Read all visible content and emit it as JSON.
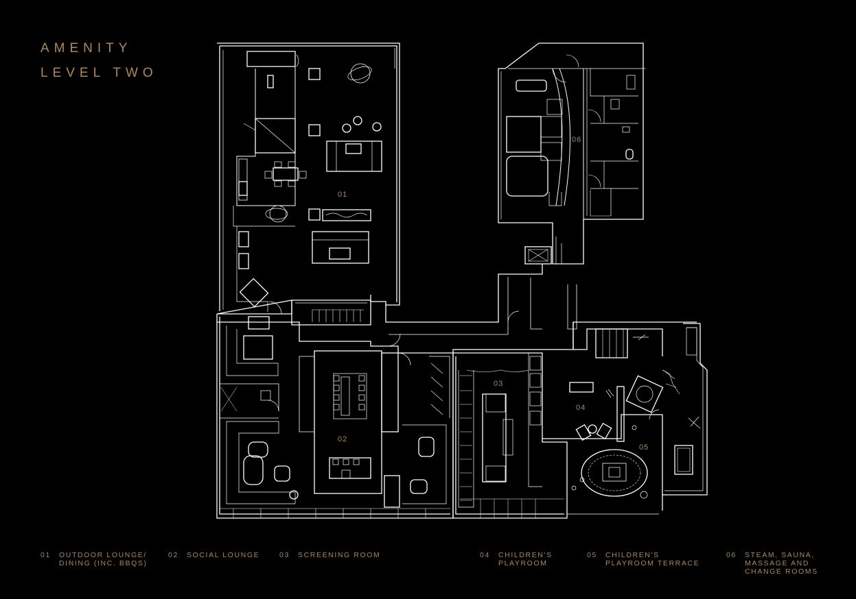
{
  "heading": {
    "line1": "AMENITY",
    "line2": "LEVEL TWO"
  },
  "colors": {
    "background": "#000000",
    "accent": "#a88a5c",
    "linework": "#ffffff"
  },
  "room_labels": [
    "01",
    "02",
    "03",
    "04",
    "05",
    "06"
  ],
  "legend": [
    {
      "num": "01",
      "line1": "OUTDOOR LOUNGE/",
      "line2": "DINING (INC. BBQS)",
      "line3": ""
    },
    {
      "num": "02",
      "line1": "SOCIAL LOUNGE",
      "line2": "",
      "line3": ""
    },
    {
      "num": "03",
      "line1": "SCREENING ROOM",
      "line2": "",
      "line3": ""
    },
    {
      "num": "04",
      "line1": "CHILDREN'S",
      "line2": "PLAYROOM",
      "line3": ""
    },
    {
      "num": "05",
      "line1": "CHILDREN'S",
      "line2": "PLAYROOM TERRACE",
      "line3": ""
    },
    {
      "num": "06",
      "line1": "STEAM, SAUNA,",
      "line2": "MASSAGE AND",
      "line3": "CHANGE ROOMS"
    }
  ]
}
